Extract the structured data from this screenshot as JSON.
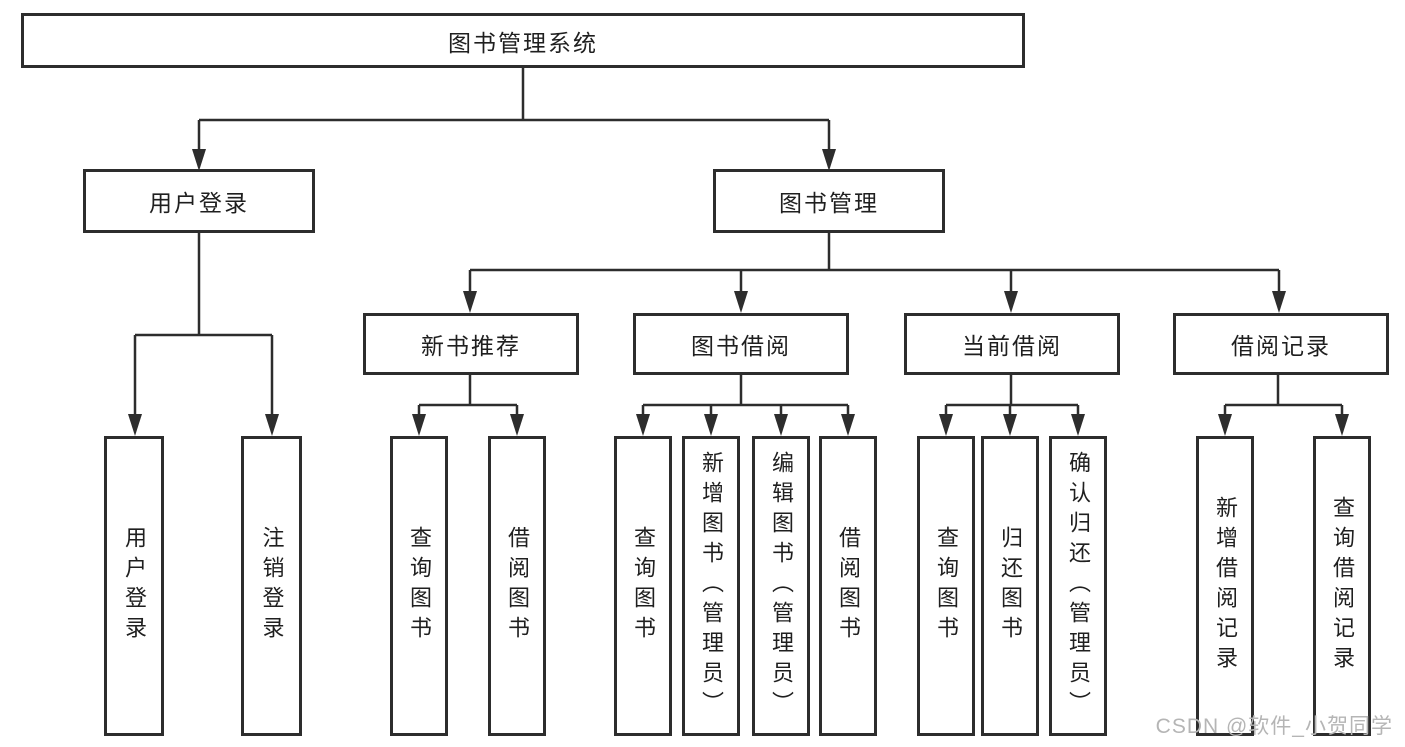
{
  "diagram": {
    "root": {
      "label": "图书管理系统"
    },
    "branches": [
      {
        "label": "用户登录",
        "children": [
          {
            "label": "用户登录"
          },
          {
            "label": "注销登录"
          }
        ]
      },
      {
        "label": "图书管理",
        "children": [
          {
            "label": "新书推荐",
            "children": [
              {
                "label": "查询图书"
              },
              {
                "label": "借阅图书"
              }
            ]
          },
          {
            "label": "图书借阅",
            "children": [
              {
                "label": "查询图书"
              },
              {
                "label": "新增图书（管理员）"
              },
              {
                "label": "编辑图书（管理员）"
              },
              {
                "label": "借阅图书"
              }
            ]
          },
          {
            "label": "当前借阅",
            "children": [
              {
                "label": "查询图书"
              },
              {
                "label": "归还图书"
              },
              {
                "label": "确认归还（管理员）"
              }
            ]
          },
          {
            "label": "借阅记录",
            "children": [
              {
                "label": "新增借阅记录"
              },
              {
                "label": "查询借阅记录"
              }
            ]
          }
        ]
      }
    ]
  },
  "watermark": {
    "text": "CSDN @软件_小贺同学"
  },
  "colors": {
    "line": "#2d2d2d",
    "text": "#1f1f1f",
    "watermark": "#b5b5b5",
    "background": "#ffffff"
  }
}
